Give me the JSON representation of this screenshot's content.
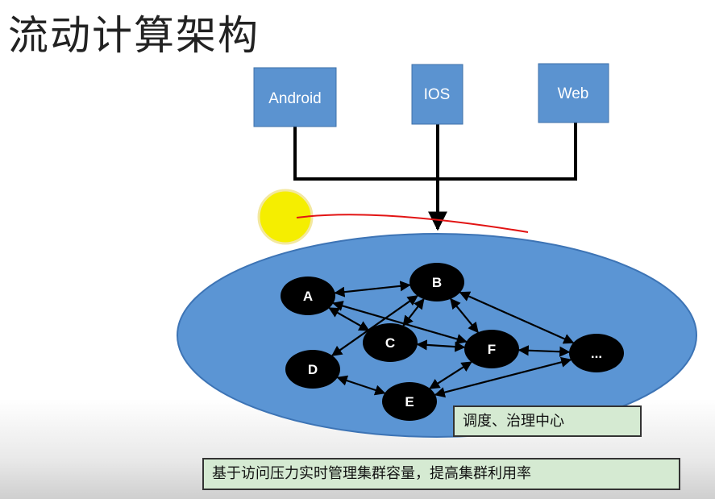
{
  "title": "流动计算架构",
  "clients": [
    {
      "id": "android",
      "label": "Android"
    },
    {
      "id": "ios",
      "label": "IOS"
    },
    {
      "id": "web",
      "label": "Web"
    }
  ],
  "nodes": [
    {
      "id": "A",
      "label": "A"
    },
    {
      "id": "B",
      "label": "B"
    },
    {
      "id": "C",
      "label": "C"
    },
    {
      "id": "D",
      "label": "D"
    },
    {
      "id": "E",
      "label": "E"
    },
    {
      "id": "F",
      "label": "F"
    },
    {
      "id": "more",
      "label": "..."
    }
  ],
  "edges": [
    [
      "A",
      "B"
    ],
    [
      "A",
      "C"
    ],
    [
      "A",
      "F"
    ],
    [
      "B",
      "D"
    ],
    [
      "B",
      "C"
    ],
    [
      "B",
      "F"
    ],
    [
      "B",
      "more"
    ],
    [
      "C",
      "F"
    ],
    [
      "D",
      "E"
    ],
    [
      "F",
      "E"
    ],
    [
      "F",
      "more"
    ],
    [
      "E",
      "more"
    ]
  ],
  "notes": {
    "scheduler": "调度、治理中心",
    "bottom": "基于访问压力实时管理集群容量，提高集群利用率"
  },
  "colors": {
    "client_box": "#5b93d0",
    "ellipse": "#5b95d4",
    "node": "#000000",
    "sun": "#f5ee00",
    "red_line": "#e21414",
    "note_fill": "#d5ead2"
  }
}
